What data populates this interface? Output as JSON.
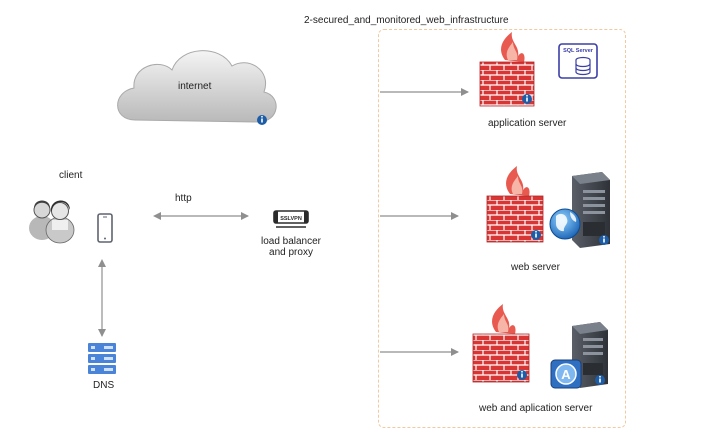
{
  "title": "2-secured_and_monitored_web_infrastructure",
  "nodes": {
    "internet": {
      "label": "internet",
      "icon": "cloud-icon"
    },
    "client": {
      "label": "client",
      "icon": "users-icon"
    },
    "phone": {
      "icon": "smartphone-icon"
    },
    "http": {
      "label": "http"
    },
    "load_balancer": {
      "label_line1": "load balancer",
      "label_line2": "and proxy",
      "icon": "ssl-vpn-icon",
      "badge": "SSLVPN"
    },
    "dns": {
      "label": "DNS",
      "icon": "dns-icon"
    },
    "app_server": {
      "label": "application server",
      "icon": "firewall-icon",
      "db_badge": "SQL Server"
    },
    "web_server": {
      "label": "web server",
      "icon": "firewall-icon"
    },
    "web_app_server": {
      "label": "web and aplication server",
      "icon": "firewall-icon"
    }
  },
  "colors": {
    "firewall_red": "#d83535",
    "brick_line": "#ffffff",
    "flame": "#e85a4f",
    "arrow": "#8f8f8f",
    "dashed_border": "#f3c9a0",
    "dns_blue": "#4a84d8",
    "info_blue": "#1d5da8",
    "server_dark": "#4a4f57"
  }
}
